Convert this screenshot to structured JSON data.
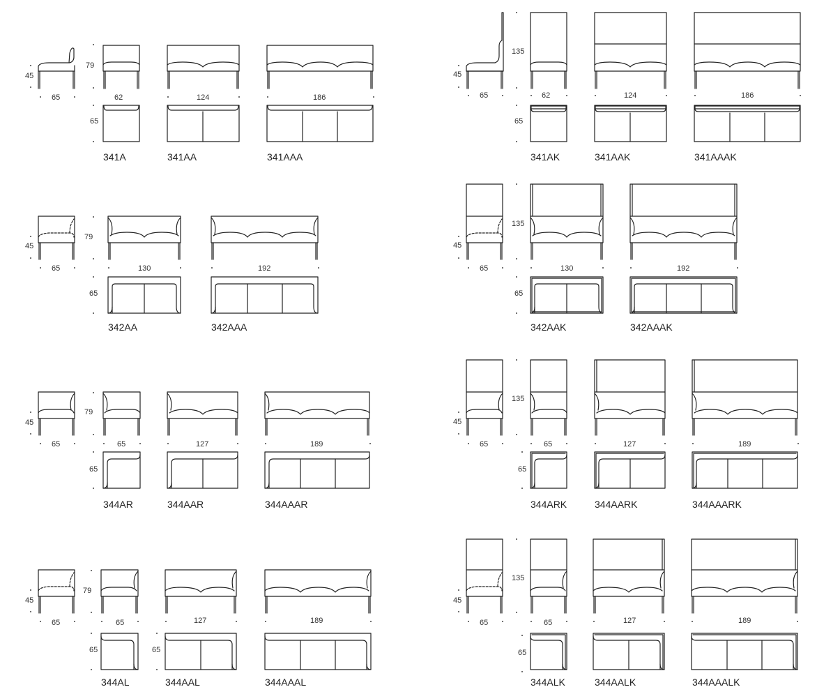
{
  "rows": [
    {
      "left": {
        "side": {
          "height": "45",
          "width": "65"
        },
        "height": "79",
        "depth": "65",
        "items": [
          {
            "code": "341A",
            "width": "62"
          },
          {
            "code": "341AA",
            "width": "124"
          },
          {
            "code": "341AAA",
            "width": "186"
          }
        ]
      },
      "right": {
        "side": {
          "height": "45",
          "width": "65"
        },
        "height": "135",
        "depth": "65",
        "items": [
          {
            "code": "341AK",
            "width": "62"
          },
          {
            "code": "341AAK",
            "width": "124"
          },
          {
            "code": "341AAAK",
            "width": "186"
          }
        ]
      }
    },
    {
      "left": {
        "side": {
          "height": "45",
          "width": "65"
        },
        "height": "79",
        "depth": "65",
        "items": [
          {
            "code": "342AA",
            "width": "130"
          },
          {
            "code": "342AAA",
            "width": "192"
          }
        ]
      },
      "right": {
        "side": {
          "height": "45",
          "width": "65"
        },
        "height": "135",
        "depth": "65",
        "items": [
          {
            "code": "342AAK",
            "width": "130"
          },
          {
            "code": "342AAAK",
            "width": "192"
          }
        ]
      }
    },
    {
      "left": {
        "side": {
          "height": "45",
          "width": "65"
        },
        "height": "79",
        "depth": "65",
        "items": [
          {
            "code": "344AR",
            "width": "65"
          },
          {
            "code": "344AAR",
            "width": "127"
          },
          {
            "code": "344AAAR",
            "width": "189"
          }
        ]
      },
      "right": {
        "side": {
          "height": "45",
          "width": "65"
        },
        "height": "135",
        "depth": "65",
        "items": [
          {
            "code": "344ARK",
            "width": "65"
          },
          {
            "code": "344AARK",
            "width": "127"
          },
          {
            "code": "344AAARK",
            "width": "189"
          }
        ]
      }
    },
    {
      "left": {
        "side": {
          "height": "45",
          "width": "65"
        },
        "height": "79",
        "depth": "65",
        "depth2": "65",
        "items": [
          {
            "code": "344AL",
            "width": "65"
          },
          {
            "code": "344AAL",
            "width": "127"
          },
          {
            "code": "344AAAL",
            "width": "189"
          }
        ]
      },
      "right": {
        "side": {
          "height": "45",
          "width": "65"
        },
        "height": "135",
        "depth": "65",
        "items": [
          {
            "code": "344ALK",
            "width": "65"
          },
          {
            "code": "344AALK",
            "width": "127"
          },
          {
            "code": "344AAALK",
            "width": "189"
          }
        ]
      }
    }
  ]
}
